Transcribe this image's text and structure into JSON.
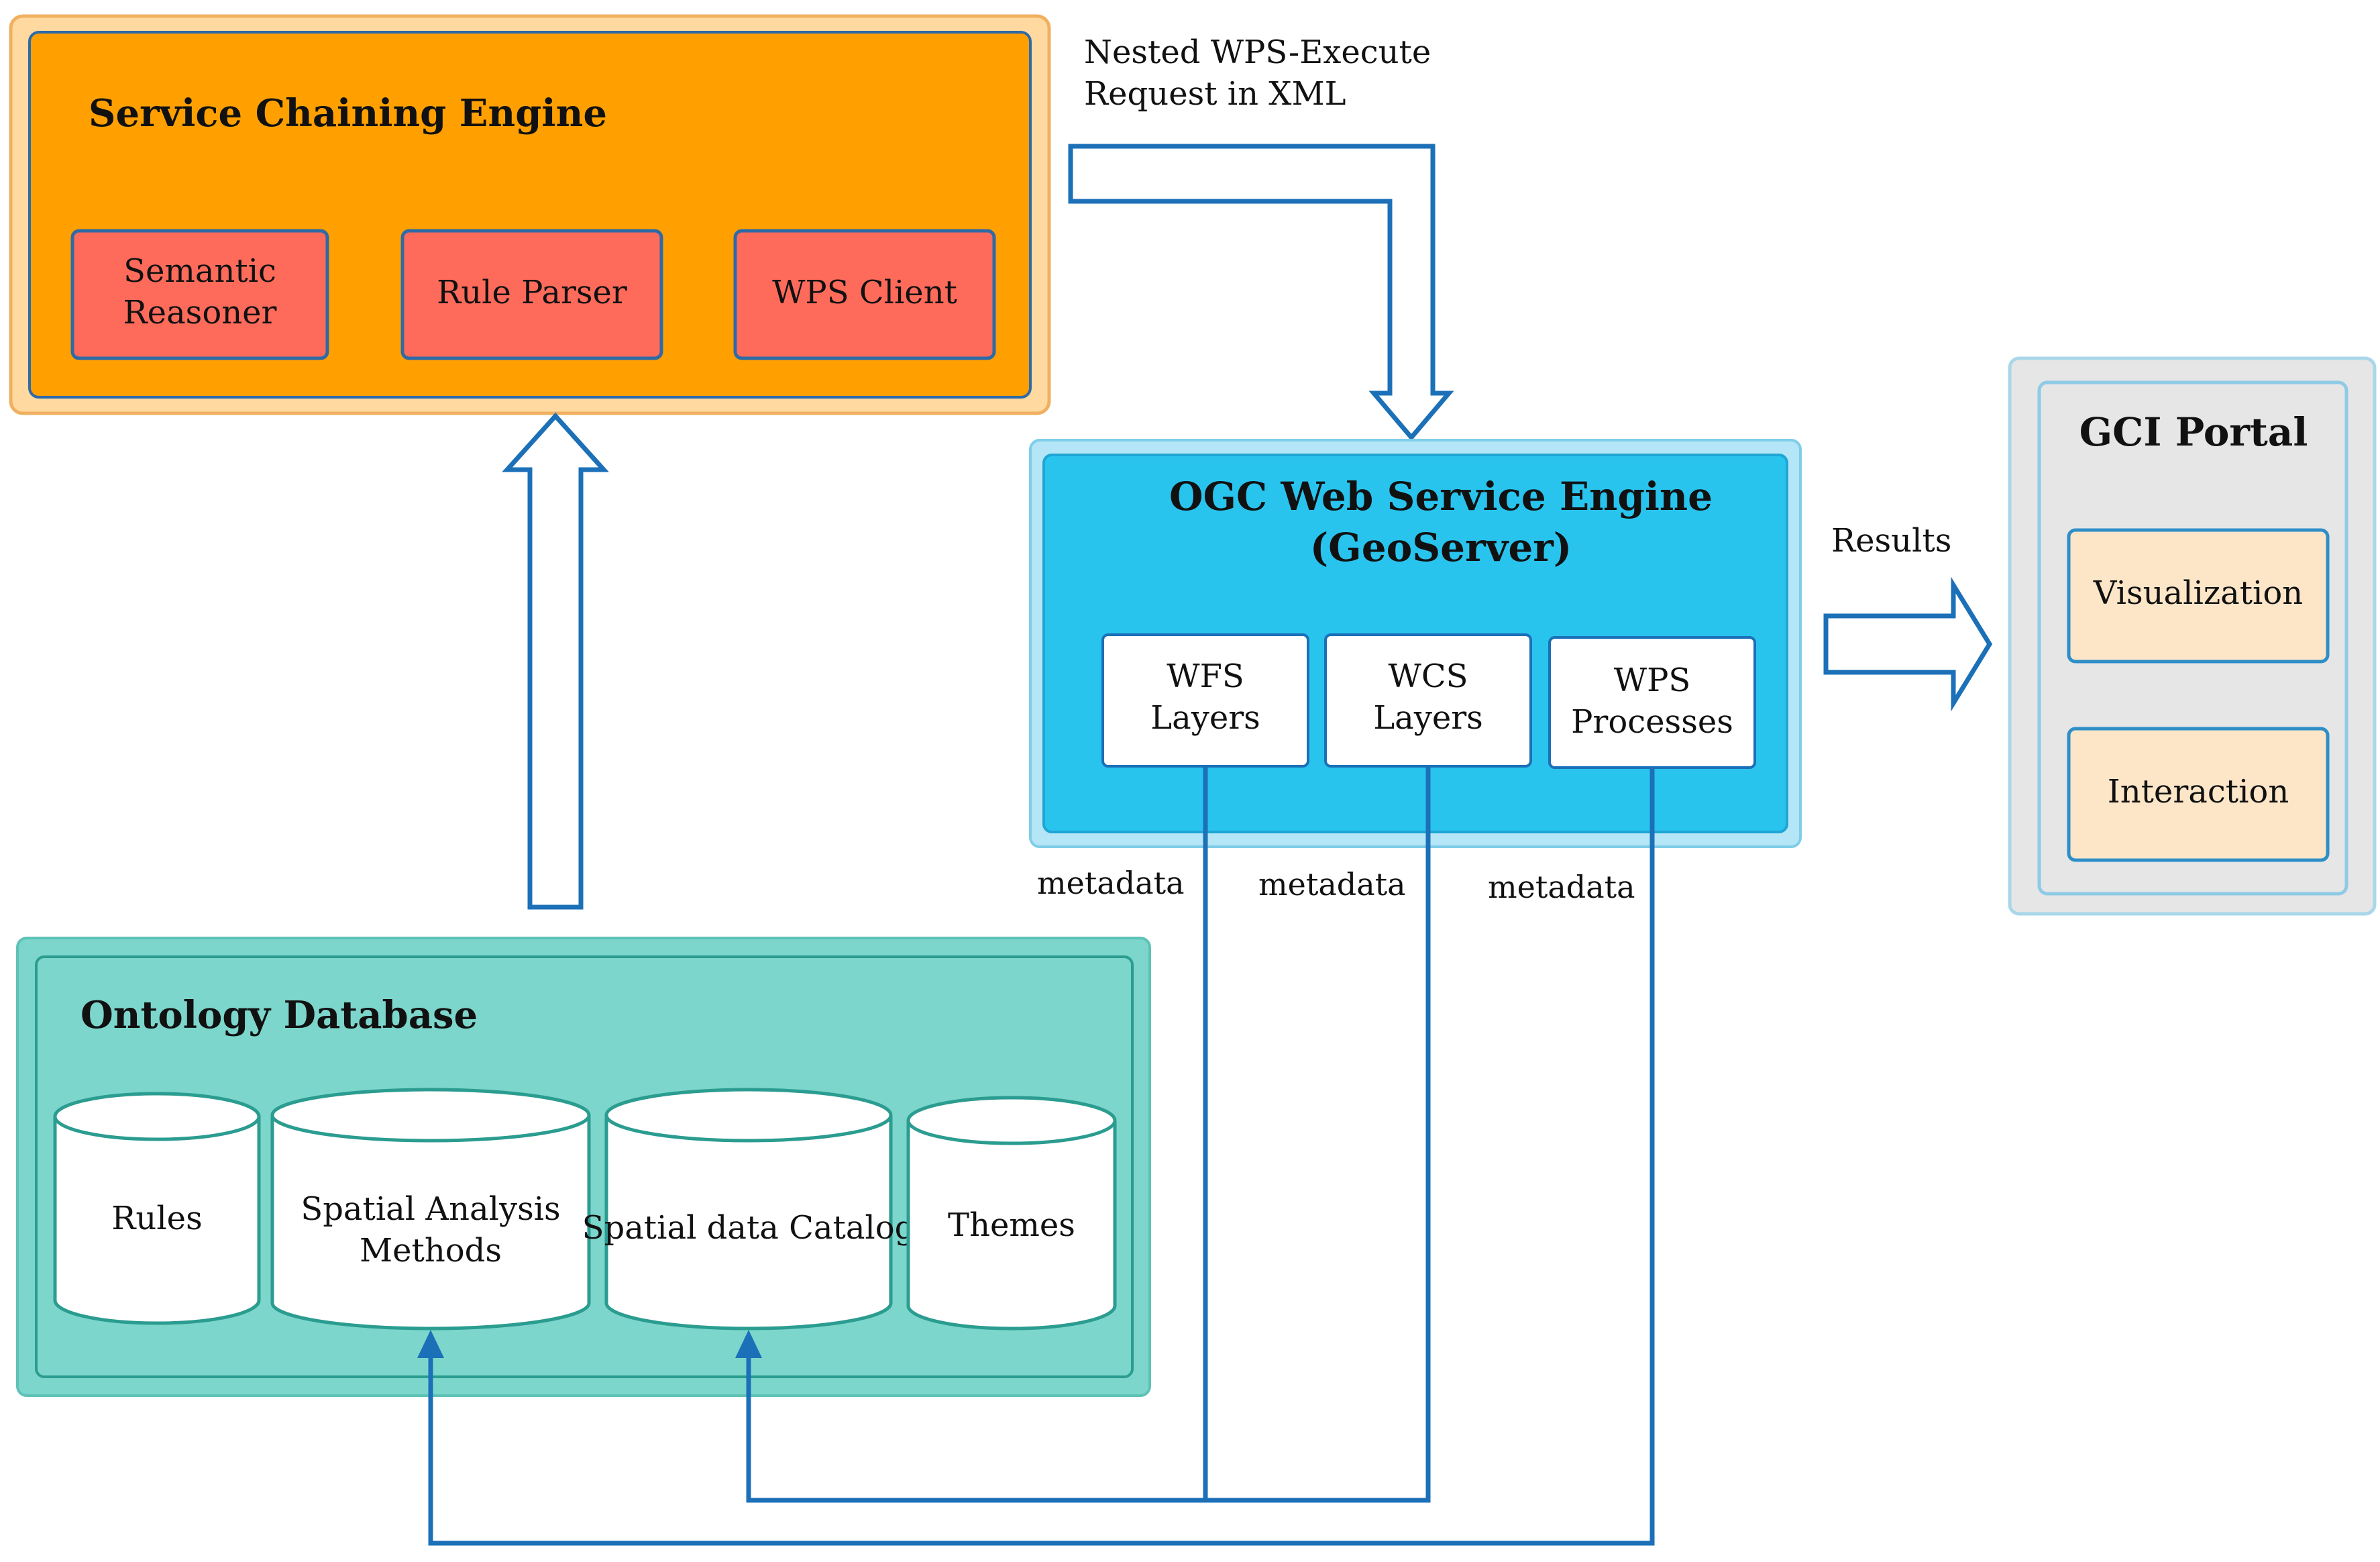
{
  "annotations": {
    "nested_request": [
      "Nested WPS-Execute",
      "Request in XML"
    ],
    "results": "Results",
    "metadata_wfs": "metadata",
    "metadata_wcs": "metadata",
    "metadata_wps": "metadata"
  },
  "service_chaining_engine": {
    "title": "Service Chaining Engine",
    "components": {
      "semantic_reasoner": [
        "Semantic",
        "Reasoner"
      ],
      "rule_parser": "Rule Parser",
      "wps_client": "WPS Client"
    }
  },
  "ogc_engine": {
    "title": [
      "OGC Web Service Engine",
      "(GeoServer)"
    ],
    "components": {
      "wfs": [
        "WFS",
        "Layers"
      ],
      "wcs": [
        "WCS",
        "Layers"
      ],
      "wps": [
        "WPS",
        "Processes"
      ]
    }
  },
  "gci_portal": {
    "title": "GCI Portal",
    "components": {
      "visualization": "Visualization",
      "interaction": "Interaction"
    }
  },
  "ontology_database": {
    "title": "Ontology Database",
    "stores": {
      "rules": "Rules",
      "spatial_analysis": [
        "Spatial Analysis",
        "Methods"
      ],
      "spatial_catalog": "Spatial data Catalog",
      "themes": "Themes"
    }
  },
  "colors": {
    "engine_fill": "#FFA000",
    "engine_outer": "#FFD9A0",
    "component_red": "#FF6B5B",
    "ogc_fill": "#29C4EE",
    "ogc_outer": "#B5E6F7",
    "portal_fill": "#E6E6E6",
    "portal_component": "#FDE6C8",
    "ontology_fill": "#7CD6CC",
    "arrow_blue": "#1B70B8"
  }
}
